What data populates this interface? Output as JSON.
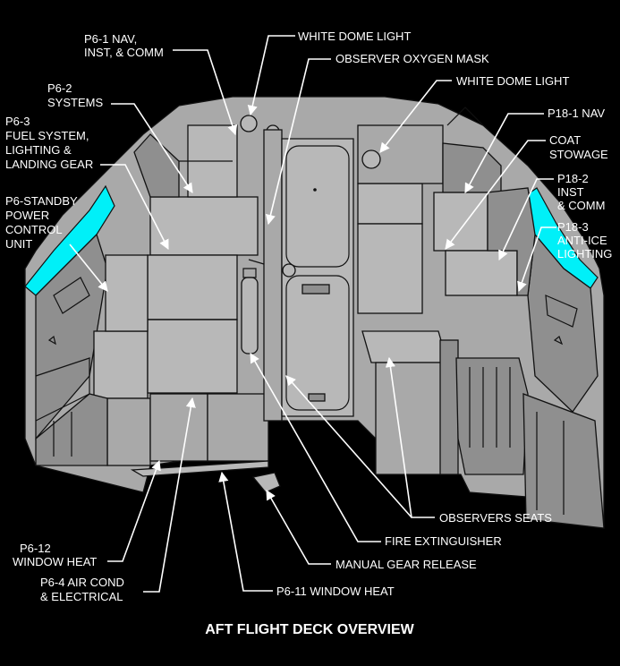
{
  "title": "AFT FLIGHT DECK OVERVIEW",
  "colors": {
    "background": "#000000",
    "panel": "#a9a9a9",
    "window_trim": "#00f0f8",
    "label": "#ffffff"
  },
  "labels": {
    "p6_1": [
      "P6-1 NAV,",
      "INST, & COMM"
    ],
    "white_dome_light_left": [
      "WHITE DOME LIGHT"
    ],
    "observer_oxygen_mask": [
      "OBSERVER OXYGEN MASK"
    ],
    "white_dome_light_right": [
      "WHITE DOME LIGHT"
    ],
    "p6_2": [
      "P6-2",
      "SYSTEMS"
    ],
    "p6_3": [
      "P6-3",
      "FUEL SYSTEM,",
      "LIGHTING &",
      "LANDING GEAR"
    ],
    "p6_standby": [
      "P6-STANDBY",
      "POWER",
      "CONTROL",
      "UNIT"
    ],
    "p18_1": [
      "P18-1 NAV"
    ],
    "coat_stowage": [
      "COAT",
      "STOWAGE"
    ],
    "p18_2": [
      "P18-2",
      "INST",
      "& COMM"
    ],
    "p18_3": [
      "P18-3",
      "ANTI-ICE",
      "LIGHTING"
    ],
    "observers_seats": [
      "OBSERVERS SEATS"
    ],
    "fire_extinguisher": [
      "FIRE EXTINGUISHER"
    ],
    "manual_gear_release": [
      "MANUAL GEAR RELEASE"
    ],
    "p6_11": [
      "P6-11 WINDOW HEAT"
    ],
    "p6_12": [
      "P6-12",
      "WINDOW HEAT"
    ],
    "p6_4": [
      "P6-4 AIR COND",
      "& ELECTRICAL"
    ]
  }
}
